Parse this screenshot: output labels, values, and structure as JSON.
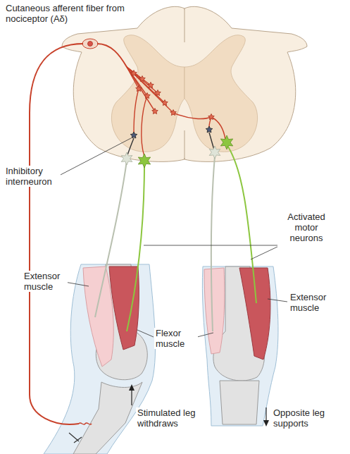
{
  "diagram": {
    "labels": [
      "Cutaneous afferent fiber from nociceptor (Aδ)",
      "Inhibitory interneuron",
      "Activated motor neurons",
      "Extensor muscle",
      "Extensor muscle",
      "Flexor muscle",
      "Stimulated leg withdraws",
      "Opposite leg supports"
    ]
  }
}
